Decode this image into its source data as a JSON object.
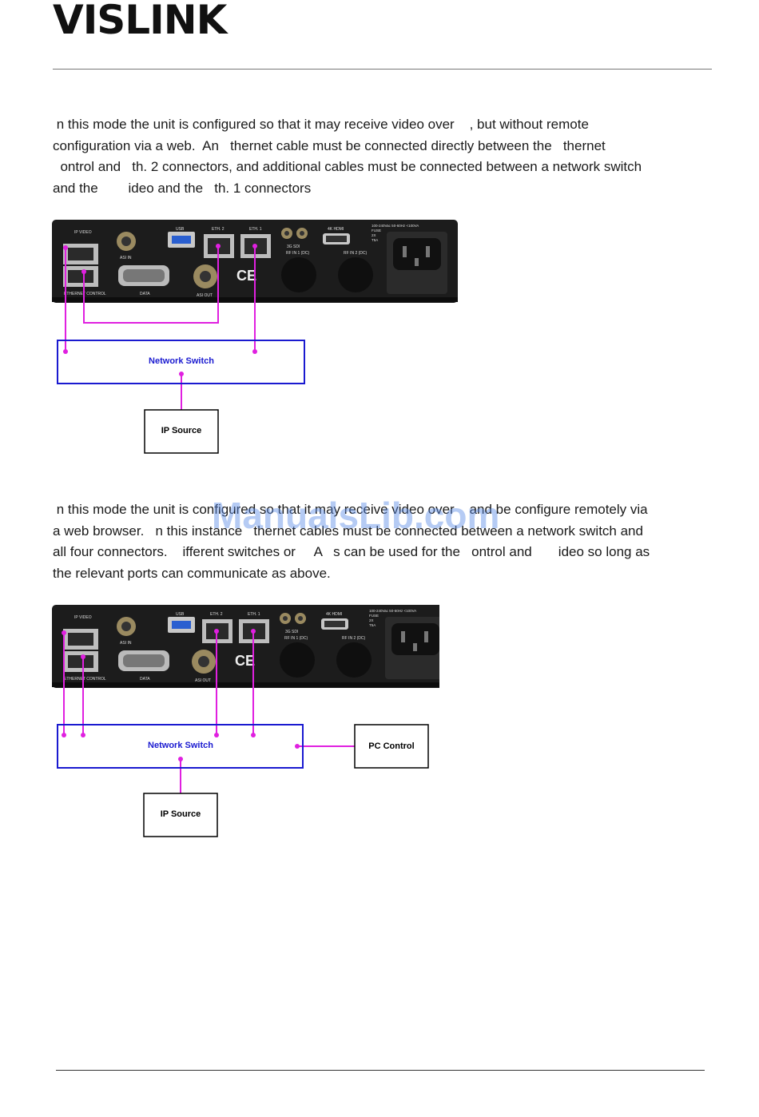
{
  "header": {
    "logo_text": "VISLINK"
  },
  "section1": {
    "lines": [
      " n this mode the unit is configured so that it may receive video over    , but without remote",
      "configuration via a web.  An   thernet cable must be connected directly between the   thernet",
      "  ontrol and   th. 2 connectors, and additional cables must be connected between a network switch",
      "and the        ideo and the   th. 1 connectors"
    ],
    "diagram": {
      "device_labels": [
        "IP VIDEO",
        "ASI IN",
        "USB",
        "ETH. 2",
        "ETH. 1",
        "3G SDI",
        "4K HDMI",
        "RF IN 1 (DC)",
        "RF IN 2 (DC)",
        "DATA",
        "ASI OUT",
        "ETHERNET CONTROL"
      ],
      "power_label": [
        "100-240Vac  50-60Hz  <100VA",
        "FUSE",
        "2X",
        "T5A"
      ],
      "network_switch_label": "Network Switch",
      "ip_source_label": "IP Source"
    }
  },
  "section2": {
    "lines": [
      " n this mode the unit is configured so that it may receive video over    and be configure remotely via",
      "a web browser.   n this instance   thernet cables must be connected between a network switch and",
      "all four connectors.    ifferent switches or     A   s can be used for the   ontrol and       ideo so long as",
      "the relevant ports can communicate as above."
    ],
    "diagram": {
      "network_switch_label": "Network Switch",
      "ip_source_label": "IP Source",
      "pc_control_label": "PC Control"
    }
  },
  "watermark": "ManualsLib.com",
  "colors": {
    "cable": "#e020e0",
    "switch_border": "#1a1ad0",
    "device_body": "#1c1c1c"
  }
}
